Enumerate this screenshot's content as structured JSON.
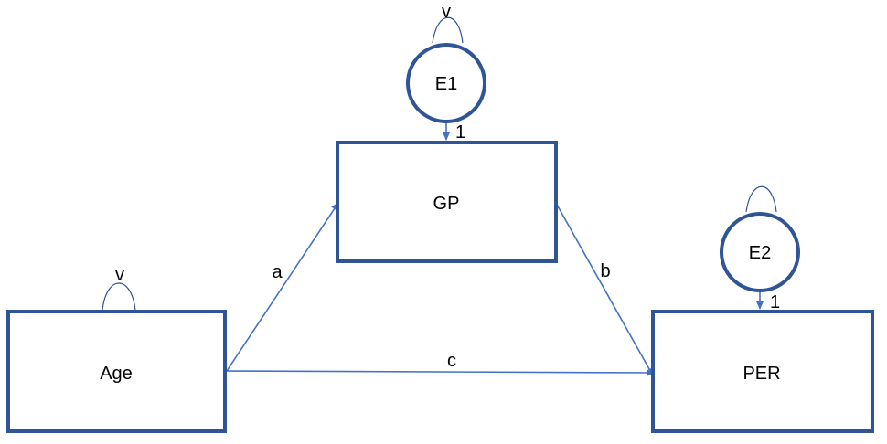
{
  "colors": {
    "node_stroke": "#2f5597",
    "edge_stroke": "#4472c4",
    "text": "#000000"
  },
  "nodes": {
    "age": {
      "label": "Age",
      "variance": "v"
    },
    "gp": {
      "label": "GP"
    },
    "per": {
      "label": "PER"
    },
    "e1": {
      "label": "E1",
      "variance": "v",
      "loading": "1"
    },
    "e2": {
      "label": "E2",
      "loading": "1"
    }
  },
  "paths": {
    "a": "a",
    "b": "b",
    "c": "c"
  }
}
